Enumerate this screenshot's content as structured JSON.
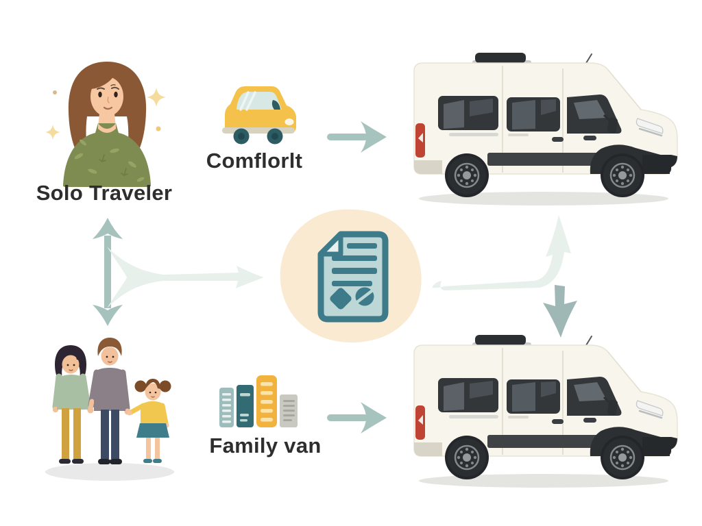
{
  "diagram": {
    "title_context": "traveler-to-van matching flow",
    "top_row": {
      "persona_label": "Solo Traveler",
      "option_label": "Comflorlt"
    },
    "bottom_row": {
      "option_label": "Family van"
    },
    "icons": {
      "solo_traveler": "woman-avatar-illustration",
      "comfort_car": "yellow-car-icon",
      "center_document": "document-icon",
      "family": "family-illustration",
      "family_books": "catalog-books-icon",
      "van_top": "white-van-illustration",
      "van_bottom": "white-van-illustration",
      "arrow_top": "right-arrow",
      "arrow_bottom": "right-arrow",
      "arrow_left": "double-vertical-arrow",
      "arrow_funnel": "funnel-right-arrow",
      "arrow_branch": "branch-up-down-arrow"
    },
    "colors": {
      "arrow_teal": "#a6c3bd",
      "arrow_dark_teal": "#9fb7b5",
      "arrow_pale": "#e8f0ec",
      "blob_beige": "#f9ead1",
      "doc_teal_dark": "#3d7a8a",
      "doc_teal_light": "#bcd7d5",
      "car_yellow": "#f4c14b",
      "car_window_blue": "#d7e8e5",
      "book_yellow": "#f2b23e",
      "book_teal": "#336b74",
      "book_pale_blue": "#9dbdbc",
      "book_grey": "#c9c9c1",
      "van_body_cream": "#f8f5ec",
      "van_window_dark": "#33373a",
      "taillight_red": "#c04434",
      "shirt_olive": "#7e8c51",
      "sparkle_gold": "#f6dc9c",
      "text": "#2e2e2e"
    }
  }
}
